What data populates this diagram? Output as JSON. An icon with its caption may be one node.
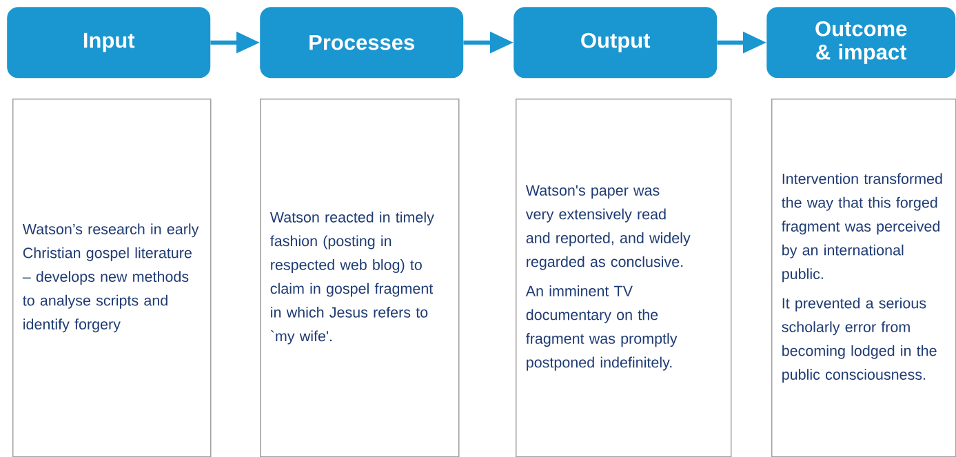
{
  "diagram": {
    "nodes": [
      {
        "text": [
          "Input"
        ]
      },
      {
        "text": [
          "Processes"
        ]
      },
      {
        "text": [
          "Output"
        ]
      },
      {
        "text": [
          "Outcome & impact"
        ]
      },
      {
        "text": [
          "Watson’s research in early Christian gospel literature – develops new methods to analyse scripts and identify forgery"
        ]
      },
      {
        "text": [
          "Watson reacted in timely fashion (posting in respected web blog) to claim in gospel fragment in which Jesus refers to `my wife'."
        ]
      },
      {
        "text": [
          "Watson's paper was very extensively read and reported, and widely regarded as conclusive.",
          "An imminent TV documentary on the fragment was promptly postponed indefinitely."
        ]
      },
      {
        "text": [
          "Intervention transformed the way that this forged fragment was perceived by an international public.",
          "It prevented a serious scholarly error from becoming lodged in the public consciousness."
        ]
      }
    ],
    "edges": [
      {
        "from": 0,
        "to": 1,
        "arrow": "to"
      },
      {
        "from": 1,
        "to": 2,
        "arrow": "to"
      },
      {
        "from": 2,
        "to": 3,
        "arrow": "to"
      }
    ]
  }
}
